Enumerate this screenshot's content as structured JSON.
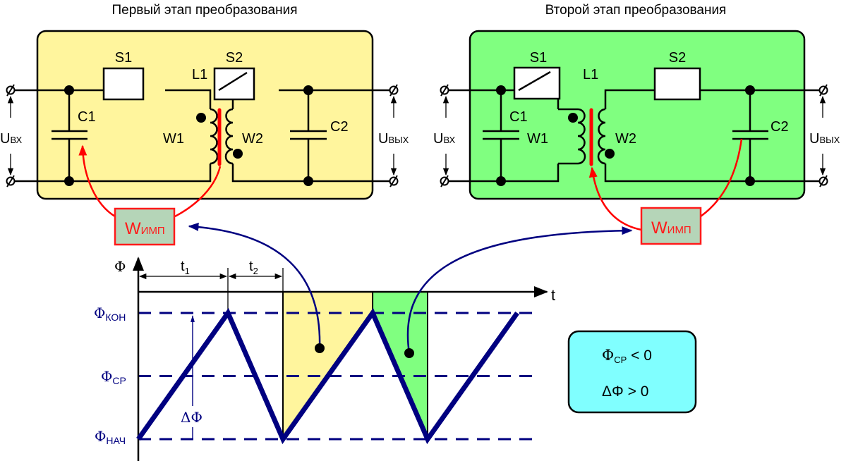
{
  "colors": {
    "stage1_fill": "#FFF59D",
    "stage2_fill": "#80FF80",
    "impulse_box_fill": "#B5D5B8",
    "impulse_box_border": "#FF1A1A",
    "condition_box_fill": "#80FFFF",
    "flux_color": "#000080",
    "core_color": "#FF0000"
  },
  "stage1": {
    "title": "Первый этап преобразования",
    "switch1": {
      "label": "S1",
      "state": "closed"
    },
    "switch2": {
      "label": "S2",
      "state": "open"
    },
    "inductor": "L1",
    "winding1": "W1",
    "winding2": "W2",
    "cap1": "C1",
    "cap2": "C2",
    "u_in": {
      "main": "U",
      "sub": "ВХ"
    },
    "u_out": {
      "main": "U",
      "sub": "ВЫХ"
    },
    "impulse": {
      "main": "W",
      "sub": "ИМП"
    }
  },
  "stage2": {
    "title": "Второй этап преобразования",
    "switch1": {
      "label": "S1",
      "state": "open"
    },
    "switch2": {
      "label": "S2",
      "state": "closed"
    },
    "inductor": "L1",
    "winding1": "W1",
    "winding2": "W2",
    "cap1": "C1",
    "cap2": "C2",
    "u_in": {
      "main": "U",
      "sub": "ВХ"
    },
    "u_out": {
      "main": "U",
      "sub": "ВЫХ"
    },
    "impulse": {
      "main": "W",
      "sub": "ИМП"
    }
  },
  "chart": {
    "y_axis_label": "Φ",
    "x_axis_label": "t",
    "t1": {
      "main": "t",
      "sub": "1"
    },
    "t2": {
      "main": "t",
      "sub": "2"
    },
    "levels": [
      {
        "main": "Φ",
        "sub": "КОН"
      },
      {
        "main": "Φ",
        "sub": "СР"
      },
      {
        "main": "Φ",
        "sub": "НАЧ"
      }
    ],
    "delta_label": "ΔΦ"
  },
  "conditions": {
    "line1": {
      "main": "Φ",
      "sub": "СР",
      "rest": " < 0"
    },
    "line2": "ΔΦ > 0"
  },
  "chart_data": {
    "type": "line",
    "title": "",
    "xlabel": "t",
    "ylabel": "Φ",
    "x_units": "fractions of period (t1 + t2)",
    "level_names": [
      "Φнач",
      "Φср",
      "Φкон"
    ],
    "level_values": [
      0,
      0.5,
      1
    ],
    "series": [
      {
        "name": "Φ(t)",
        "x": [
          0,
          0.62,
          1.0,
          1.62,
          2.0,
          2.62
        ],
        "y": [
          0,
          1,
          0,
          1,
          0,
          1
        ]
      }
    ],
    "highlighted_regions": [
      {
        "name": "stage1-energy",
        "x_range": [
          1.0,
          1.62
        ],
        "color": "#FFF59D"
      },
      {
        "name": "stage2-energy",
        "x_range": [
          1.62,
          2.0
        ],
        "color": "#80FF80"
      }
    ],
    "intervals": {
      "t1": [
        0,
        0.62
      ],
      "t2": [
        0.62,
        1.0
      ]
    },
    "grid": false
  }
}
